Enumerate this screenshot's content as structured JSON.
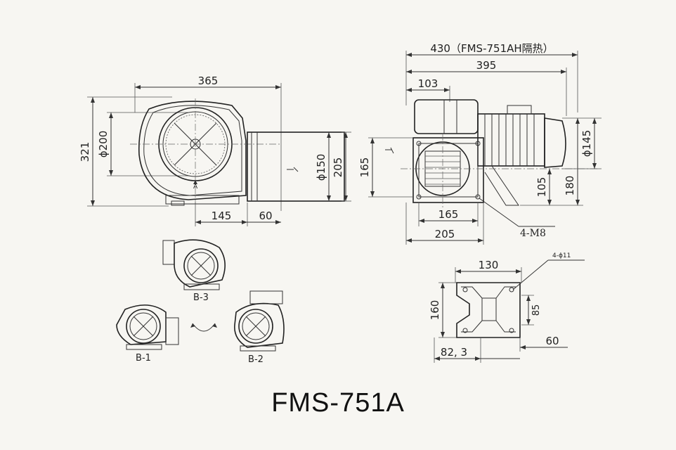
{
  "title": "FMS-751A",
  "front_view": {
    "width_365": "365",
    "height_321": "321",
    "dia_200": "ϕ200",
    "dia_150": "ϕ150",
    "height_205": "205",
    "dim_145": "145",
    "dim_60": "60",
    "marker_a": "A"
  },
  "side_view": {
    "total_430": "430（FMS-751AH隔热）",
    "dim_395": "395",
    "dim_103": "103",
    "dim_165_v": "165",
    "dim_165_h": "165",
    "dim_205": "205",
    "dim_105": "105",
    "dim_180": "180",
    "dia_145": "ϕ145",
    "bolt_label": "4-M8"
  },
  "base_view": {
    "dim_130": "130",
    "dim_160": "160",
    "dim_85": "85",
    "dim_60": "60",
    "dim_82_3": "82, 3",
    "holes_label": "4-ϕ11"
  },
  "orientations": {
    "b3": "B-3",
    "b1": "B-1",
    "b2": "B-2"
  }
}
